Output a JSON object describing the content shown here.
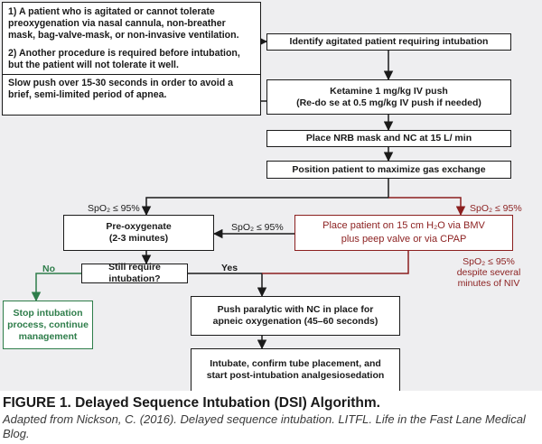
{
  "figure": {
    "note": {
      "item1": "1) A patient who is agitated or cannot tolerate preoxygenation via nasal cannula, non-breather mask, bag-valve-mask, or non-invasive ventilation.",
      "item2": "2) Another procedure is required before intubation, but the patient will not tolerate it well.",
      "push_note": "Slow push over 15-30 seconds in order to avoid a brief, semi-limited period of apnea."
    },
    "boxes": {
      "identify": "Identify agitated patient requiring intubation",
      "ketamine_line1": "Ketamine 1 mg/kg IV push",
      "ketamine_line2": "(Re-do se at 0.5 mg/kg IV push if needed)",
      "nrb": "Place NRB mask and NC at 15 L/ min",
      "position": "Position patient to maximize gas exchange",
      "preoxy_line1": "Pre-oxygenate",
      "preoxy_line2": "(2-3 minutes)",
      "cpap_line1": "Place patient on 15 cm H₂O via BMV",
      "cpap_line2": "plus peep valve or via CPAP",
      "still_require": "Still require intubation?",
      "stop_line1": "Stop intubation",
      "stop_line2": "process, continue",
      "stop_line3": "management",
      "paralytic_line1": "Push paralytic with NC in place for",
      "paralytic_line2": "apneic oxygenation (45–60 seconds)",
      "intubate_line1": "Intubate, confirm tube placement, and",
      "intubate_line2": "start post-intubation analgesiosedation"
    },
    "labels": {
      "spo2_left": "SpO₂ ≤ 95%",
      "spo2_right": "SpO₂ ≤ 95%",
      "spo2_mid": "SpO₂ ≤ 95%",
      "spo2_niv_line1": "SpO₂ ≤ 95%",
      "spo2_niv_line2": "despite several",
      "spo2_niv_line3": "minutes of NIV",
      "yes": "Yes",
      "no": "No"
    },
    "colors": {
      "background": "#eeeef0",
      "box_border": "#1a1a1a",
      "red": "#8b1f1f",
      "green": "#2e7d4a"
    }
  },
  "caption": {
    "title": "FIGURE 1. Delayed Sequence Intubation (DSI) Algorithm.",
    "subtitle": "Adapted from Nickson, C. (2016). Delayed sequence intubation. LITFL. Life in the Fast Lane Medical Blog."
  }
}
